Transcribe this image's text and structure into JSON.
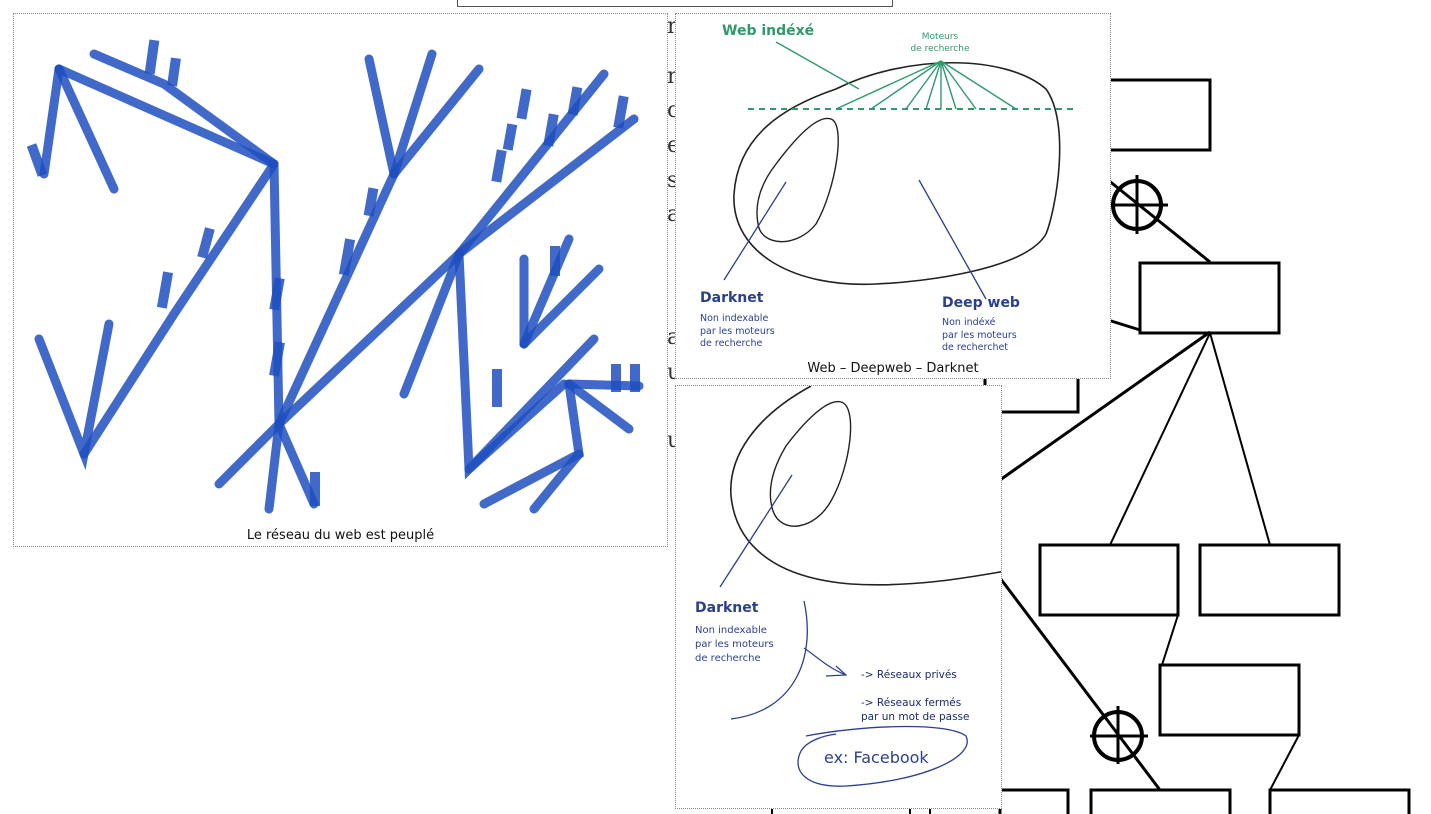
{
  "figure1": {
    "caption": "Le réseau du web est peuplé",
    "ink_color": "#1f4fbf"
  },
  "figure2": {
    "caption": "Web – Deepweb – Darknet",
    "web_indexe": "Web indéxé",
    "moteurs_line1": "Moteurs",
    "moteurs_line2": "de recherche",
    "darknet_title": "Darknet",
    "darknet_desc": [
      "Non indexable",
      "par les moteurs",
      "de recherche"
    ],
    "deepweb_title": "Deep web",
    "deepweb_desc": [
      "Non indéxé",
      "par les moteurs",
      "de recherchet"
    ],
    "green": "#2e9a6b",
    "blue": "#2b3f8f"
  },
  "figure3": {
    "darknet_title": "Darknet",
    "darknet_desc": [
      "Non indexable",
      "par les moteurs",
      "de recherche"
    ],
    "arrow1": "-> Réseaux privés",
    "arrow2_line1": "-> Réseaux fermés",
    "arrow2_line2": "par un mot de passe",
    "example": "ex: Facebook"
  }
}
